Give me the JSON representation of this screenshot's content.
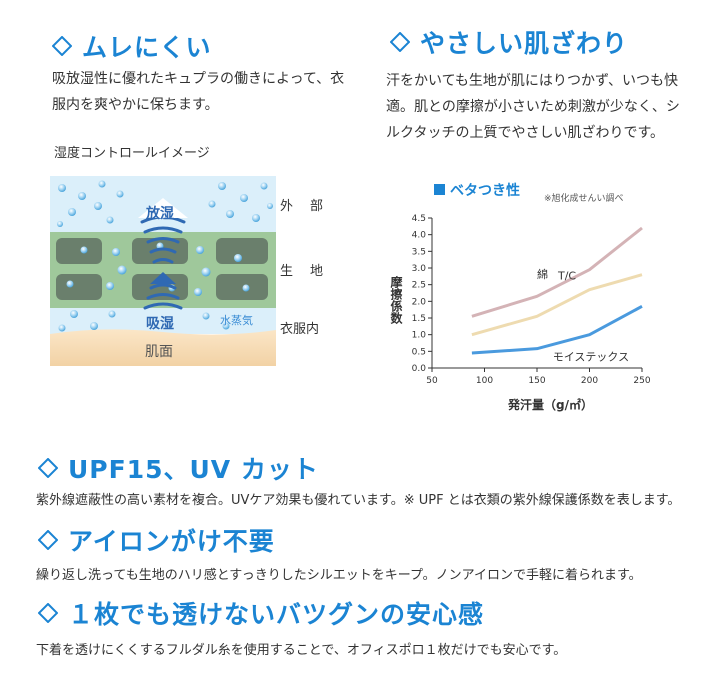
{
  "sections": {
    "mure": {
      "title": "ムレにくい",
      "body": "吸放湿性に優れたキュプラの働きによって、衣服内を爽やかに保ちます。"
    },
    "hada": {
      "title": "やさしい肌ざわり",
      "body": "汗をかいても生地が肌にはりつかず、いつも快適。肌との摩擦が小さいため刺激が少なく、シルクタッチの上質でやさしい肌ざわりです。"
    },
    "upf": {
      "title": "UPF15、UV カット",
      "body": "紫外線遮蔽性の高い素材を複合。UVケア効果も優れています。※ UPF とは衣類の紫外線保護係数を表します。"
    },
    "iron": {
      "title": "アイロンがけ不要",
      "body": "繰り返し洗っても生地のハリ感とすっきりしたシルエットをキープ。ノンアイロンで手軽に着られます。"
    },
    "sukenai": {
      "title": "１枚でも透けないバツグンの安心感",
      "body": "下着を透けにくくするフルダル糸を使用することで、オフィスポロ１枚だけでも安心です。"
    }
  },
  "humidity_diagram": {
    "title": "湿度コントロールイメージ",
    "labels": {
      "release": "放湿",
      "absorb": "吸湿",
      "vapor": "水蒸気",
      "skin": "肌面"
    },
    "layers": {
      "outside": "外　部",
      "fabric": "生　地",
      "inside": "衣服内"
    }
  },
  "chart_data": {
    "type": "line",
    "title": "ベタつき性",
    "note": "※旭化成せんい調べ",
    "ylabel": "摩擦係数",
    "xlabel": "発汗量（g/㎡）",
    "xlim": [
      50,
      250
    ],
    "ylim": [
      0,
      4.5
    ],
    "xticks": [
      50,
      100,
      150,
      200,
      250
    ],
    "yticks": [
      0.0,
      0.5,
      1.0,
      1.5,
      2.0,
      2.5,
      3.0,
      3.5,
      4.0,
      4.5
    ],
    "x": [
      88,
      150,
      200,
      250
    ],
    "series": [
      {
        "name": "綿",
        "values": [
          1.55,
          2.15,
          2.95,
          4.2
        ],
        "color": "#d4b3b6"
      },
      {
        "name": "T/C",
        "values": [
          1.0,
          1.55,
          2.35,
          2.8
        ],
        "color": "#eedbb0"
      },
      {
        "name": "モイステックス",
        "values": [
          0.45,
          0.58,
          1.0,
          1.85
        ],
        "color": "#4a9ade"
      }
    ]
  }
}
